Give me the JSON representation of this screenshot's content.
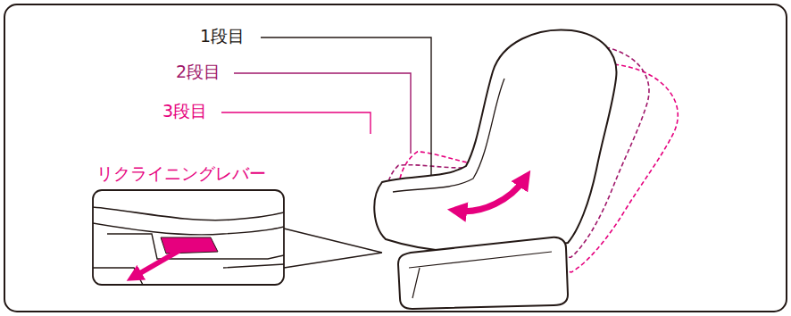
{
  "diagram": {
    "labels": [
      "1段目",
      "2段目",
      "3段目",
      "リクライニングレバー"
    ]
  }
}
